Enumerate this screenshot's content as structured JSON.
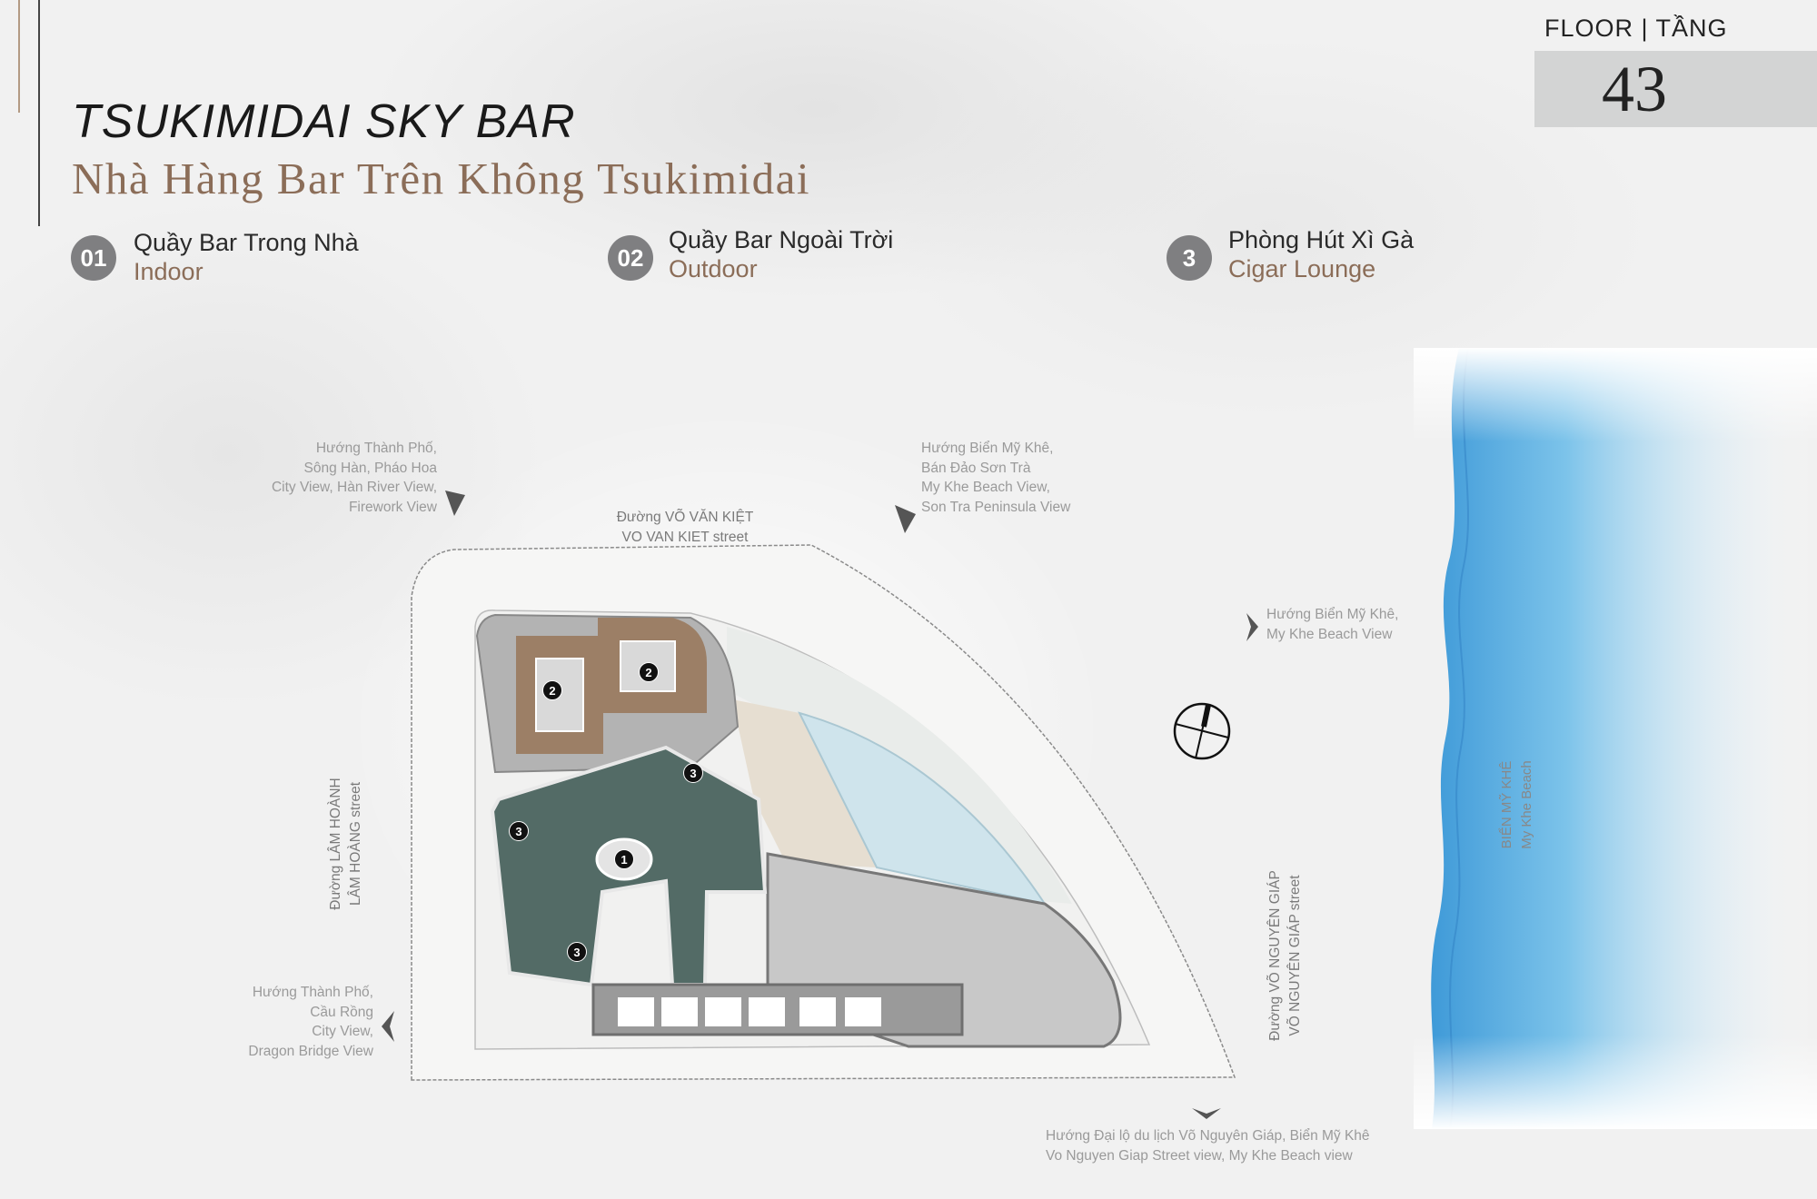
{
  "header": {
    "title": "TSUKIMIDAI SKY BAR",
    "subtitle": "Nhà Hàng Bar Trên Không Tsukimidai"
  },
  "floor": {
    "label": "FLOOR | TẦNG",
    "number": "43"
  },
  "legend": [
    {
      "badge": "01",
      "name_vn": "Quầy Bar Trong Nhà",
      "name_en": "Indoor"
    },
    {
      "badge": "02",
      "name_vn": "Quầy Bar Ngoài Trời",
      "name_en": "Outdoor"
    },
    {
      "badge": "3",
      "name_vn": "Phòng Hút Xì Gà",
      "name_en": "Cigar Lounge"
    }
  ],
  "views": {
    "top_left": [
      "Hướng Thành Phố,",
      "Sông Hàn, Pháo Hoa",
      "City View, Hàn River View,",
      "Firework View"
    ],
    "top_right": [
      "Hướng Biển Mỹ Khê,",
      "Bán Đảo Sơn Trà",
      "My Khe Beach View,",
      "Son Tra Peninsula View"
    ],
    "right": [
      "Hướng Biển Mỹ Khê,",
      "My Khe Beach View"
    ],
    "bottom_left": [
      "Hướng Thành Phố,",
      "Cầu Rồng",
      "City View,",
      "Dragon Bridge View"
    ],
    "bottom": [
      "Hướng Đại lộ du lịch Võ Nguyên Giáp, Biển Mỹ Khê",
      "Vo Nguyen Giap Street view, My Khe Beach view"
    ]
  },
  "roads": {
    "top": [
      "Đường VÕ VĂN KIỆT",
      "VO VAN KIET street"
    ],
    "left": [
      "Đường LÂM HOÀNH",
      "LÂM HOÀNG street"
    ],
    "right": [
      "Đường VÕ NGUYÊN GIÁP",
      "VÕ NGUYÊN GIÁP street"
    ]
  },
  "beach": [
    "BIỂN MỸ KHÊ",
    "My Khe Beach"
  ],
  "plan_markers": [
    "2",
    "2",
    "3",
    "3",
    "1",
    "3"
  ],
  "colors": {
    "accent_brown": "#8b6d58",
    "badge_grey": "#7f7f81",
    "indoor_green": "#536b66",
    "outdoor_deck": "#9c7f66",
    "sea_blue": "#4aa3dc"
  }
}
